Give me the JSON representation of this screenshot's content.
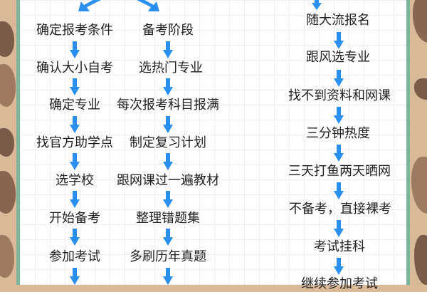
{
  "colors": {
    "arrow": "#2b8ff0",
    "border": "#7fb59a",
    "background": "#d9b996",
    "camo_dark": "#7a5a48",
    "camo_mid": "#a07a5f",
    "text": "#222222"
  },
  "columns": {
    "left": {
      "nodes": [
        "确定报考条件",
        "确认大小自考",
        "确定专业",
        "找官方助学点",
        "选学校",
        "开始备考",
        "参加考试"
      ]
    },
    "middle": {
      "nodes": [
        "备考阶段",
        "选热门专业",
        "每次报考科目报满",
        "制定复习计划",
        "跟网课过一遍教材",
        "整理错题集",
        "多刷历年真题"
      ]
    },
    "right": {
      "nodes": [
        "随大流报名",
        "跟风选专业",
        "找不到资料和网课",
        "三分钟热度",
        "三天打鱼两天晒网",
        "不备考，直接裸考",
        "考试挂科",
        "继续参加考试"
      ]
    }
  },
  "icons": {
    "arrow_down": "arrow-down-icon",
    "arrow_diag_left": "arrow-down-left-icon",
    "arrow_diag_right": "arrow-down-right-icon"
  }
}
